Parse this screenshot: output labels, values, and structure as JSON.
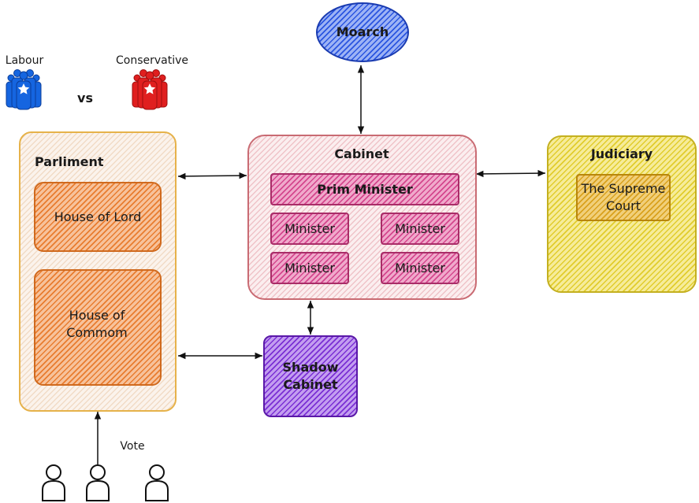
{
  "monarch": {
    "label": "Moarch"
  },
  "parties": {
    "left": {
      "label": "Labour",
      "icon": "people-group-icon",
      "color": "#1565e0"
    },
    "vs": "vs",
    "right": {
      "label": "Conservative",
      "icon": "people-group-icon",
      "color": "#e01f1f"
    }
  },
  "parliament": {
    "title": "Parliment",
    "house_of_lords": "House of Lord",
    "house_of_commons": "House of Commom"
  },
  "cabinet": {
    "title": "Cabinet",
    "prime_minister": "Prim Minister",
    "ministers": [
      "Minister",
      "Minister",
      "Minister",
      "Minister"
    ]
  },
  "judiciary": {
    "title": "Judiciary",
    "supreme_court": "The Supreme Court"
  },
  "shadow_cabinet": {
    "label": "Shadow Cabinet"
  },
  "voters": {
    "label": "Vote",
    "icon": "person-icon"
  }
}
